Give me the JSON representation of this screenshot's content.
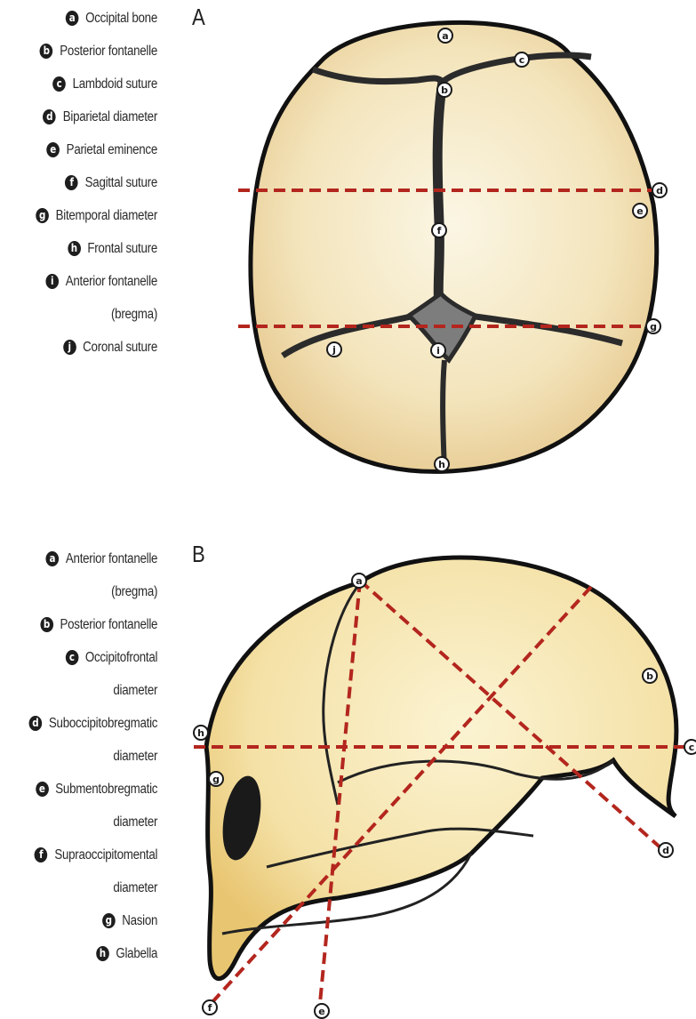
{
  "panel_a": {
    "label": "A",
    "legend": [
      {
        "letter": "a",
        "lines": [
          "Occipital bone"
        ]
      },
      {
        "letter": "b",
        "lines": [
          "Posterior fontanelle"
        ]
      },
      {
        "letter": "c",
        "lines": [
          "Lambdoid suture"
        ]
      },
      {
        "letter": "d",
        "lines": [
          "Biparietal diameter"
        ]
      },
      {
        "letter": "e",
        "lines": [
          "Parietal eminence"
        ]
      },
      {
        "letter": "f",
        "lines": [
          "Sagittal suture"
        ]
      },
      {
        "letter": "g",
        "lines": [
          "Bitemporal diameter"
        ]
      },
      {
        "letter": "h",
        "lines": [
          "Frontal suture"
        ]
      },
      {
        "letter": "i",
        "lines": [
          "Anterior  fontanelle",
          "(bregma)"
        ]
      },
      {
        "letter": "j",
        "lines": [
          "Coronal suture"
        ]
      }
    ]
  },
  "panel_b": {
    "label": "B",
    "legend": [
      {
        "letter": "a",
        "lines": [
          "Anterior fontanelle",
          "(bregma)"
        ]
      },
      {
        "letter": "b",
        "lines": [
          "Posterior fontanelle"
        ]
      },
      {
        "letter": "c",
        "lines": [
          "Occipitofrontal",
          "diameter"
        ]
      },
      {
        "letter": "d",
        "lines": [
          "Suboccipitobregmatic",
          "diameter"
        ]
      },
      {
        "letter": "e",
        "lines": [
          "Submentobregmatic",
          "diameter"
        ]
      },
      {
        "letter": "f",
        "lines": [
          "Supraoccipitomental",
          "diameter"
        ]
      },
      {
        "letter": "g",
        "lines": [
          "Nasion"
        ]
      },
      {
        "letter": "h",
        "lines": [
          "Glabella"
        ]
      }
    ]
  },
  "colors": {
    "diameter_line": "#b3261e",
    "bone_light": "#f8efcf",
    "bone_dark": "#e9c98a",
    "outline": "#111111"
  }
}
